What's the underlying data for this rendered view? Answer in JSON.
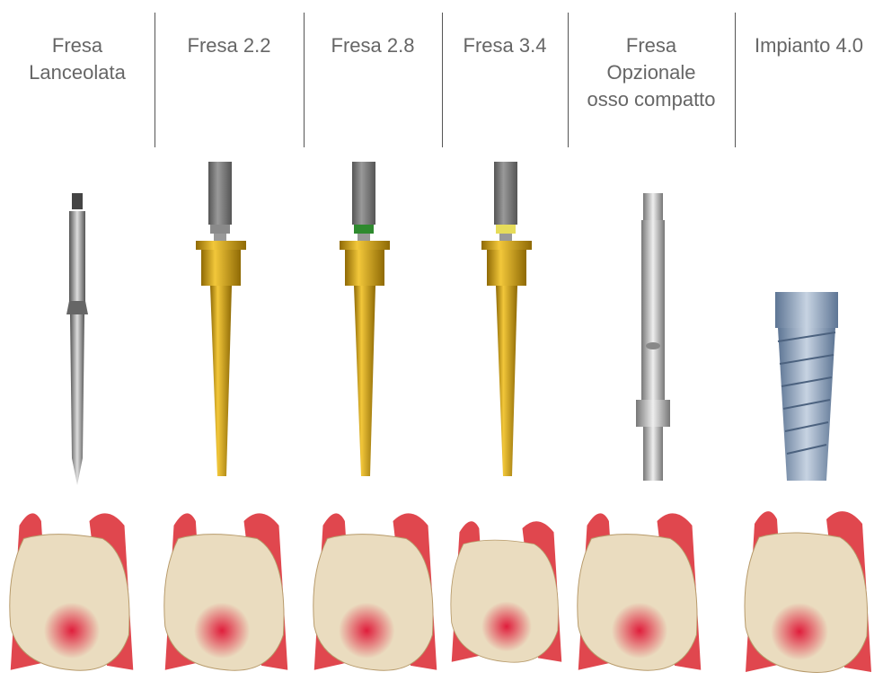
{
  "columns": [
    {
      "label": "Fresa\nLanceolata",
      "tool": "lance-drill"
    },
    {
      "label": "Fresa 2.2",
      "tool": "gold-drill",
      "band_color": "#8a8a8a"
    },
    {
      "label": "Fresa 2.8",
      "tool": "gold-drill",
      "band_color": "#2f8a2f"
    },
    {
      "label": "Fresa 3.4",
      "tool": "gold-drill",
      "band_color": "#e6dc5a"
    },
    {
      "label": "Fresa\nOpzionale\nosso compatto",
      "tool": "steel-drill"
    },
    {
      "label": "Impianto 4.0",
      "tool": "implant"
    }
  ],
  "colors": {
    "gold": "#d9a61a",
    "gold_dark": "#8f6a05",
    "shaft_gray": "#7b7b7b",
    "steel": "#b9b9b9",
    "implant_blue": "#8ea3bf",
    "gum": "#e0474e",
    "bone": "#eadcbf",
    "lesion": "#e01e3c"
  }
}
